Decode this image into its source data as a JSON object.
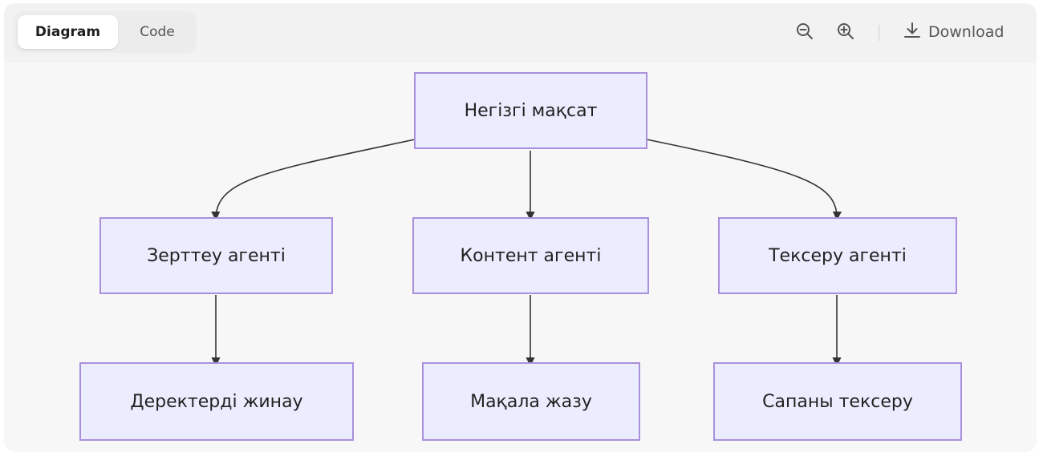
{
  "toolbar": {
    "tabs": [
      {
        "label": "Diagram",
        "active": true
      },
      {
        "label": "Code",
        "active": false
      }
    ],
    "zoom_out_icon": "zoom-out-icon",
    "zoom_in_icon": "zoom-in-icon",
    "download_label": "Download",
    "download_icon": "download-icon"
  },
  "diagram": {
    "colors": {
      "node_fill": "#ececff",
      "node_border": "#a890dd",
      "edge": "#333333"
    },
    "nodes": [
      {
        "id": "root",
        "label": "Негізгі мақсат"
      },
      {
        "id": "a1",
        "label": "Зерттеу агенті"
      },
      {
        "id": "a2",
        "label": "Контент агенті"
      },
      {
        "id": "a3",
        "label": "Тексеру агенті"
      },
      {
        "id": "t1",
        "label": "Деректерді жинау"
      },
      {
        "id": "t2",
        "label": "Мақала жазу"
      },
      {
        "id": "t3",
        "label": "Сапаны тексеру"
      }
    ],
    "edges": [
      {
        "from": "root",
        "to": "a1"
      },
      {
        "from": "root",
        "to": "a2"
      },
      {
        "from": "root",
        "to": "a3"
      },
      {
        "from": "a1",
        "to": "t1"
      },
      {
        "from": "a2",
        "to": "t2"
      },
      {
        "from": "a3",
        "to": "t3"
      }
    ]
  }
}
